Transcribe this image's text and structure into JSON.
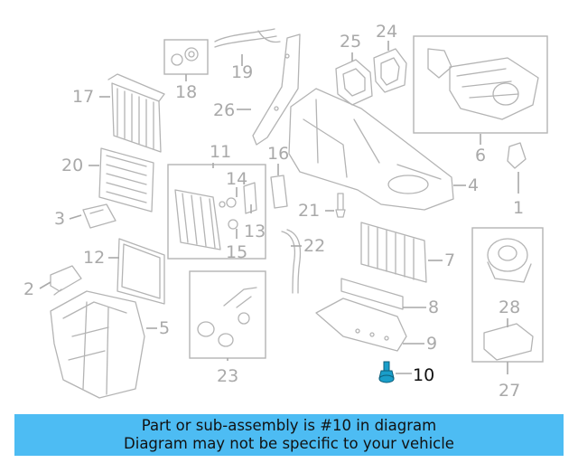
{
  "callouts": {
    "c1": "1",
    "c2": "2",
    "c3": "3",
    "c4": "4",
    "c5": "5",
    "c6": "6",
    "c7": "7",
    "c8": "8",
    "c9": "9",
    "c10": "10",
    "c11": "11",
    "c12": "12",
    "c13": "13",
    "c14": "14",
    "c15": "15",
    "c16": "16",
    "c17": "17",
    "c18": "18",
    "c19": "19",
    "c20": "20",
    "c21": "21",
    "c22": "22",
    "c23": "23",
    "c24": "24",
    "c25": "25",
    "c26": "26",
    "c27": "27",
    "c28": "28"
  },
  "highlight": {
    "part_number": "10",
    "color": "#1a9ec9"
  },
  "colors": {
    "banner": "#4dbcf3",
    "line_art": "#b4b4b4"
  },
  "banner": {
    "line1": "Part or sub-assembly is #10 in diagram",
    "line2": "Diagram may not be specific to your vehicle"
  }
}
